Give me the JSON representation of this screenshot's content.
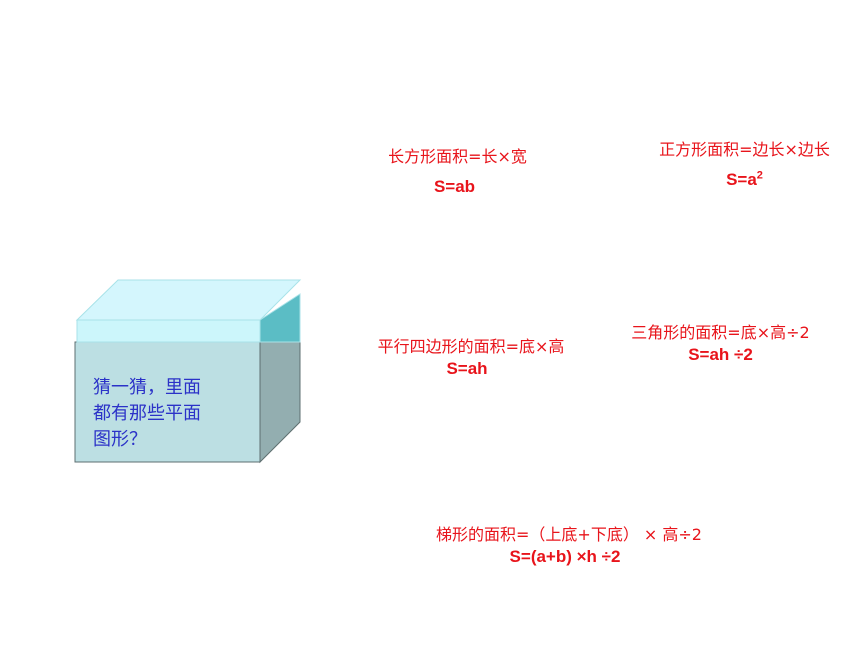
{
  "formulas": {
    "rectangle": {
      "label": "长方形面积=长×宽",
      "equation": "S=ab"
    },
    "square": {
      "label": "正方形面积=边长×边长",
      "equation_base": "S=a",
      "equation_exp": "2"
    },
    "parallelogram": {
      "label": "平行四边形的面积=底×高",
      "equation": "S=ah"
    },
    "triangle": {
      "label": "三角形的面积=底×高÷2",
      "equation": "S=ah ÷2"
    },
    "trapezoid": {
      "label": "梯形的面积=（上底+下底） × 高÷2",
      "equation": "S=(a+b) ×h ÷2"
    }
  },
  "box": {
    "caption_lines": [
      "猜一猜，里面",
      "都有那些平面",
      "图形？"
    ],
    "colors": {
      "front": "#bcdfe3",
      "side": "#93aeb0",
      "lid_top": "#d4f6fd",
      "lid_front": "#ccf6fb",
      "lid_side": "#5bbdc5",
      "text": "#2b32c8"
    }
  }
}
